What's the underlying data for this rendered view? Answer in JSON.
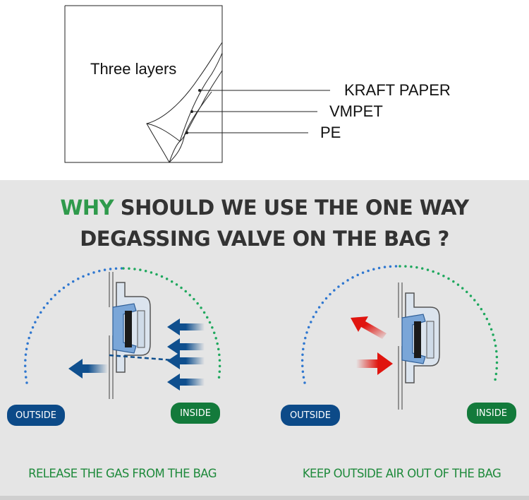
{
  "layers": {
    "heading": "Three layers",
    "items": [
      "KRAFT PAPER",
      "VMPET",
      "PE"
    ]
  },
  "title": {
    "highlight": "WHY",
    "line1_rest": " SHOULD WE USE THE ONE WAY",
    "line2": "DEGASSING VALVE ON THE BAG ?"
  },
  "left_panel": {
    "outside_label": "OUTSIDE",
    "inside_label": "INSIDE",
    "caption": "RELEASE THE GAS FROM THE BAG"
  },
  "right_panel": {
    "outside_label": "OUTSIDE",
    "inside_label": "INSIDE",
    "caption": "KEEP OUTSIDE AIR OUT OF THE BAG"
  },
  "colors": {
    "highlight_green": "#2f9a4c",
    "outside_blue": "#0c4a88",
    "inside_green": "#137a3b",
    "arrow_blue": "#0f4f8e",
    "arrow_red": "#e0150f"
  }
}
